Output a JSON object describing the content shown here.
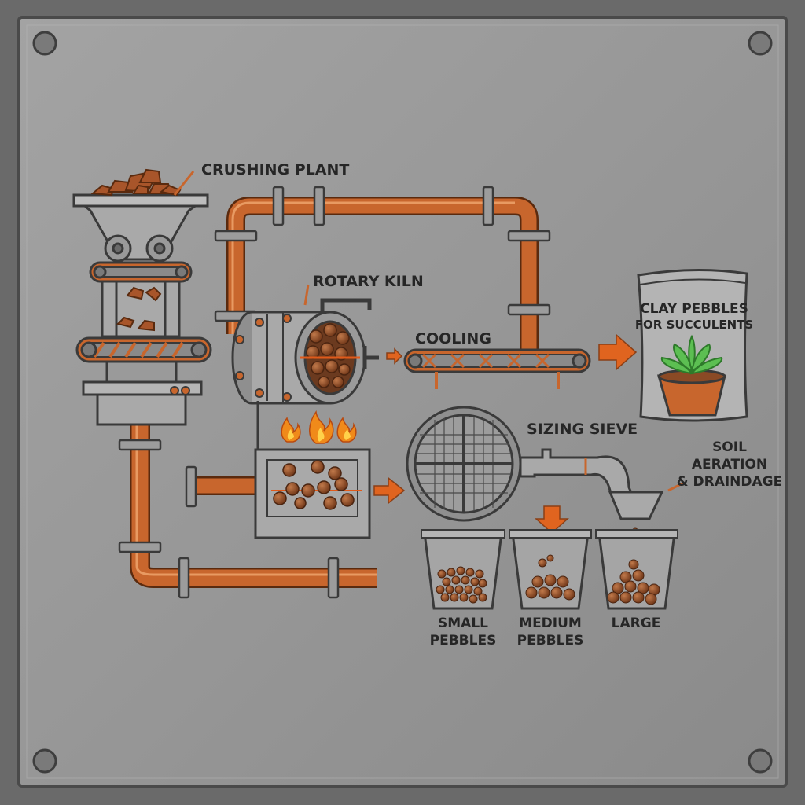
{
  "labels": {
    "crushing_plant": "CRUSHING PLANT",
    "rotary_kiln": "ROTARY KILN",
    "cooling": "COOLING",
    "sizing_sieve": "SIZING SIEVE",
    "bag_line1": "CLAY PEBBLES",
    "bag_line2": "FOR SUCCULENTS",
    "soil_line1": "SOIL",
    "soil_line2": "AERATION",
    "soil_line3": "& DRAINDAGE",
    "small_line1": "SMALL",
    "small_line2": "PEBBLES",
    "medium_line1": "MEDIUM",
    "medium_line2": "PEBBLES",
    "large": "LARGE"
  },
  "colors": {
    "pipe": "#c8662d",
    "pipe_dark": "#8a3f16",
    "metal": "#a9a9a9",
    "metal_dark": "#5a5a5a",
    "outline": "#3a3a3a",
    "pebble": "#8b4a25",
    "flame": "#f08a1a",
    "plant": "#5cbf52",
    "plate": "#9a9a9a"
  },
  "icons": {
    "flame": "flame-icon",
    "arrow": "arrow-right-icon",
    "gear": "gear-icon",
    "succulent": "succulent-icon"
  }
}
